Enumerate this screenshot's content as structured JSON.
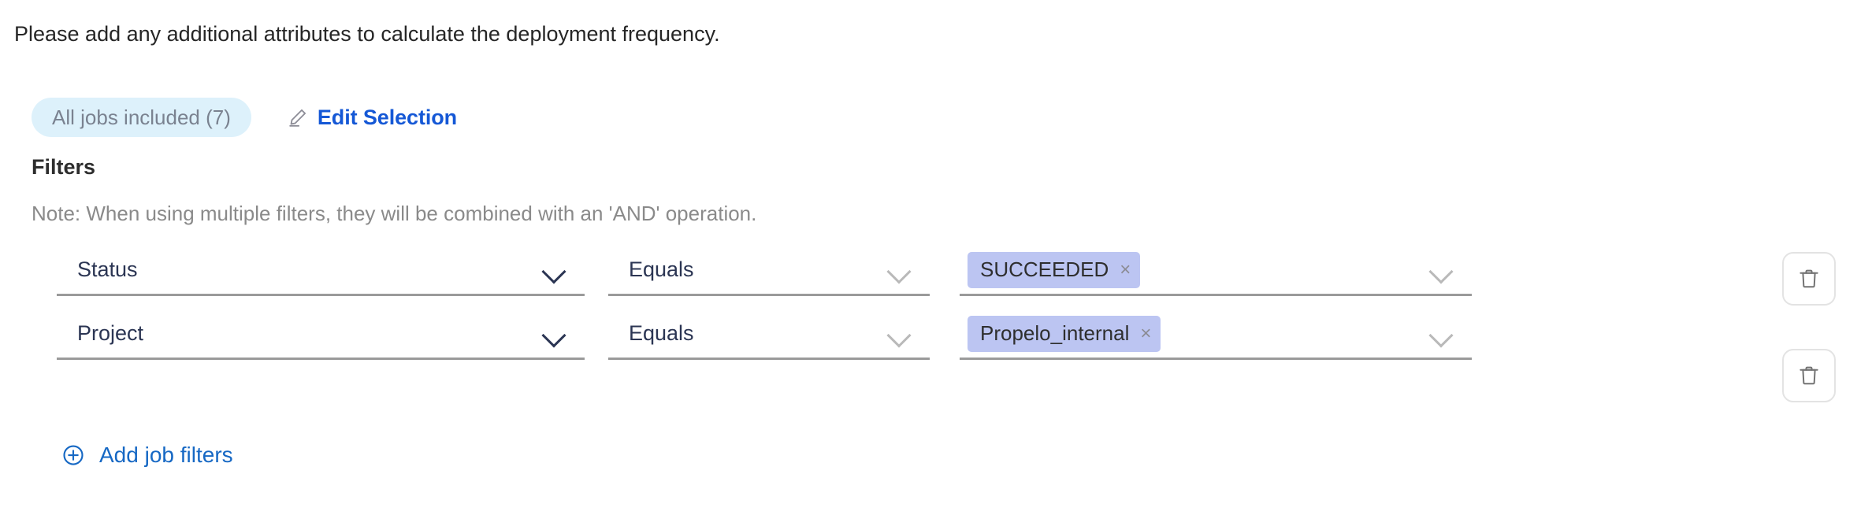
{
  "intro": {
    "text": "Please add any additional attributes to calculate the deployment frequency."
  },
  "selection": {
    "jobs_pill_label": "All jobs included (7)",
    "edit_label": "Edit Selection",
    "edit_icon": "pencil-icon"
  },
  "filters": {
    "title": "Filters",
    "note": "Note: When using multiple filters, they will be combined with an 'AND' operation.",
    "add_label": "Add job filters",
    "add_icon": "plus-circle-icon",
    "delete_icon": "trash-icon",
    "rows": [
      {
        "attribute": "Status",
        "operator": "Equals",
        "values": [
          {
            "label": "SUCCEEDED",
            "remove": "×"
          }
        ]
      },
      {
        "attribute": "Project",
        "operator": "Equals",
        "values": [
          {
            "label": "Propelo_internal",
            "remove": "×"
          }
        ]
      }
    ]
  },
  "colors": {
    "link_blue": "#1558d6",
    "add_link_blue": "#1668c4",
    "pill_bg": "#ddf1fb",
    "pill_text": "#7a8290",
    "chip_bg": "#bcc5f2",
    "chip_text": "#2e2e2e",
    "field_text": "#2b3553",
    "underline": "#9a9a9a",
    "note_text": "#8a8a8a",
    "icon_gray": "#737373"
  }
}
